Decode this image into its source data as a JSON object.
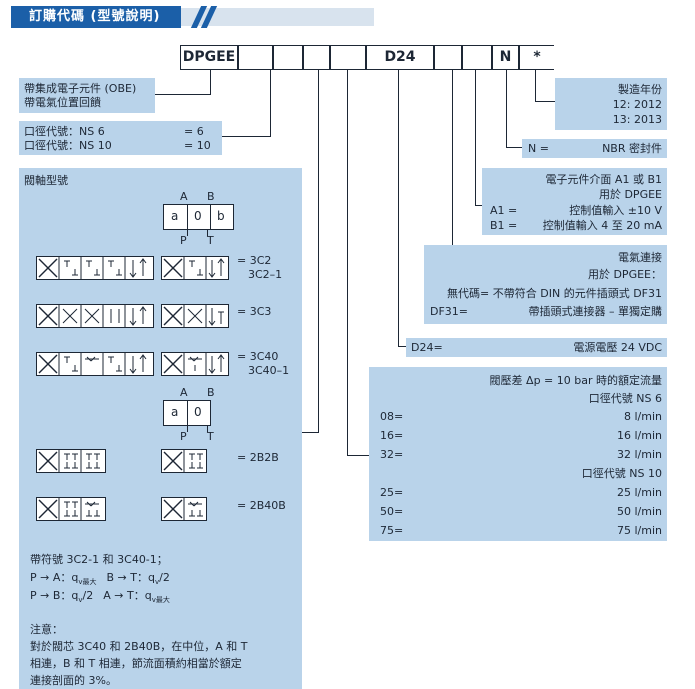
{
  "header": {
    "title": "訂購代碼 (型號說明)"
  },
  "code": {
    "c1": "DPGEE",
    "c6": "D24",
    "c9": "N",
    "c10": "*"
  },
  "obe": {
    "line1": "帶集成電子元件 (OBE)",
    "line2": "帶電氣位置回饋"
  },
  "size": {
    "r1_label": "口徑代號：NS 6",
    "r1_val": "= 6",
    "r2_label": "口徑代號：NS 10",
    "r2_val": "= 10"
  },
  "spool": {
    "title": "閥軸型號",
    "port_a": "A",
    "port_b": "B",
    "port_p": "P",
    "port_t": "T",
    "sym_a": "a",
    "sym_0": "0",
    "sym_b": "b",
    "l_3c2": "= 3C2",
    "l_3c2_1": "3C2–1",
    "l_3c3": "= 3C3",
    "l_3c40": "= 3C40",
    "l_3c40_1": "3C40–1",
    "l_2b2b": "= 2B2B",
    "l_2b40b": "= 2B40B",
    "note1_l1": "帶符號 3C2-1 和 3C40-1；",
    "note1_l2a": "P → A：q",
    "note1_l2a_sub": "v最大",
    "note1_l2b": "B → T：q",
    "note1_l2b_sub": "v",
    "note1_l2b_end": "/2",
    "note1_l3a": "P → B：q",
    "note1_l3a_sub": "v",
    "note1_l3a_end": "/2",
    "note1_l3b": "A → T：q",
    "note1_l3b_sub": "v最大",
    "note2_title": "注意：",
    "note2_l1": "對於閥芯 3C40 和 2B40B，在中位，A 和 T",
    "note2_l2": "相連，B 和 T 相連，節流面積約相當於額定",
    "note2_l3": "連接剖面的 3%。"
  },
  "year": {
    "title": "製造年份",
    "v1": "12: 2012",
    "v2": "13: 2013"
  },
  "seal": {
    "key": "N =",
    "val": "NBR 密封件"
  },
  "electronics": {
    "title": "電子元件介面 A1 或 B1",
    "sub": "用於 DPGEE",
    "a1_key": "A1 =",
    "a1_val": "控制值輸入 ±10 V",
    "b1_key": "B1 =",
    "b1_val": "控制值輸入 4 至 20 mA"
  },
  "electric": {
    "title": "電氣連接",
    "sub": "用於 DPGEE：",
    "l1": "無代碼= 不帶符合 DIN 的元件插頭式 DF31",
    "l2_key": "DF31=",
    "l2_val": "帶插頭式連接器 – 單獨定購"
  },
  "supply": {
    "key": "D24=",
    "val": "電源電壓 24 VDC"
  },
  "flow": {
    "title": "閥壓差 Δp = 10 bar 時的額定流量",
    "ns6": "口徑代號 NS 6",
    "ns10": "口徑代號 NS 10",
    "rows6": [
      {
        "k": "08=",
        "v": "8 l/min"
      },
      {
        "k": "16=",
        "v": "16 l/min"
      },
      {
        "k": "32=",
        "v": "32 l/min"
      }
    ],
    "rows10": [
      {
        "k": "25=",
        "v": "25 l/min"
      },
      {
        "k": "50=",
        "v": "50 l/min"
      },
      {
        "k": "75=",
        "v": "75 l/min"
      }
    ]
  }
}
